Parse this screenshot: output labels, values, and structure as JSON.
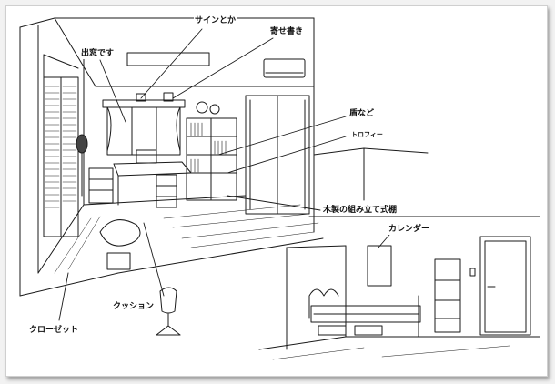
{
  "labels": {
    "sign": "サインとか",
    "yosegaki": "寄せ書き",
    "demado": "出窓です",
    "tate": "盾など",
    "trophy": "トロフィー",
    "shelf": "木製の組み立て式棚",
    "calendar": "カレンダー",
    "cushion": "クッション",
    "closet": "クローゼット"
  },
  "colors": {
    "ink": "#1a1a1a",
    "paper": "#ffffff",
    "frame": "#f2f2f2"
  }
}
